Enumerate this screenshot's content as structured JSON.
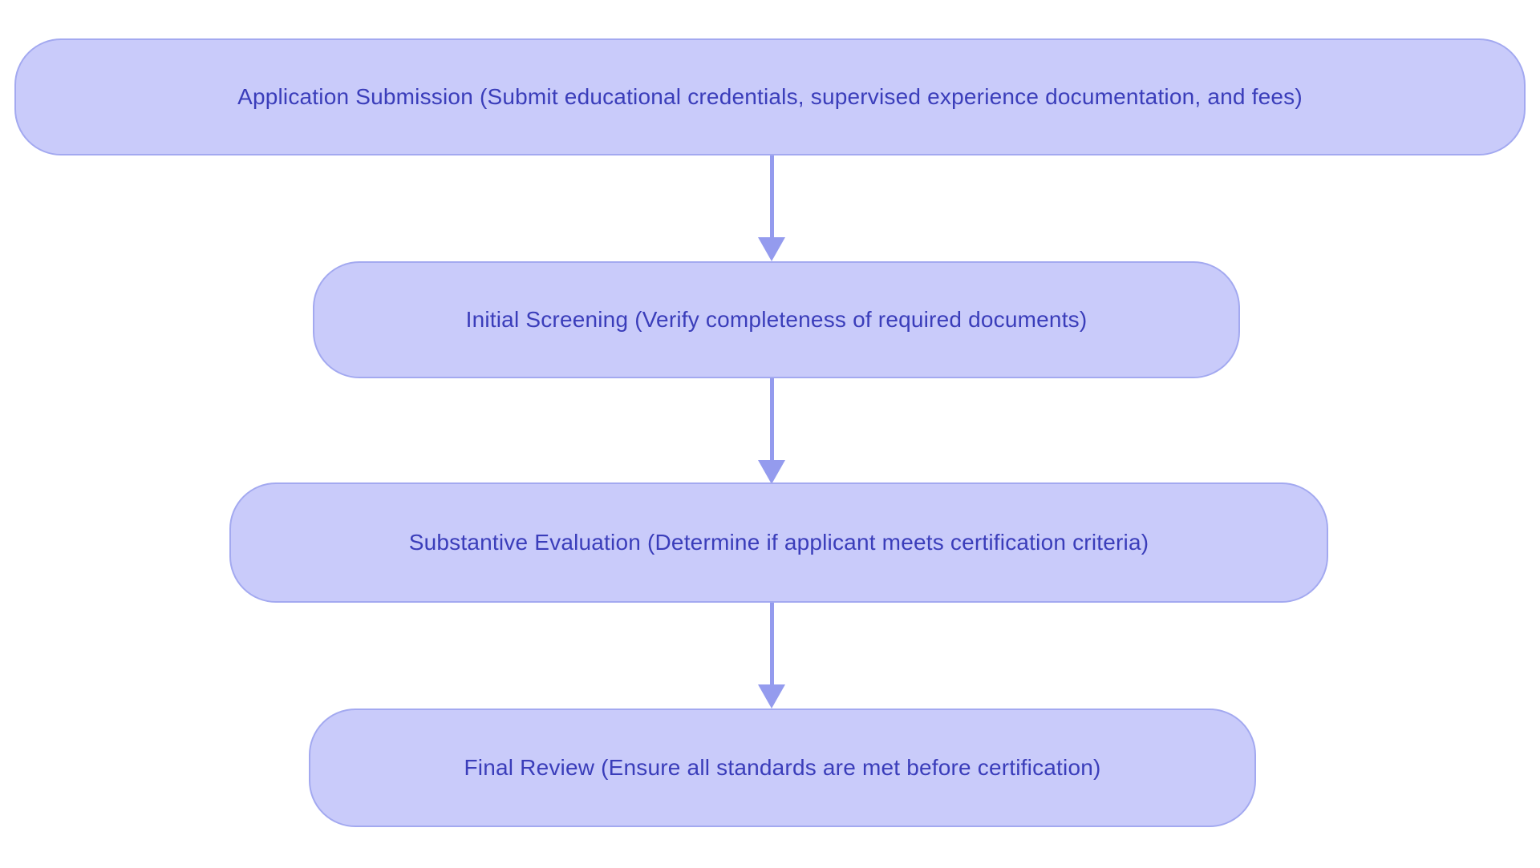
{
  "diagram": {
    "type": "flowchart",
    "direction": "top-down",
    "nodes": [
      {
        "id": "application-submission",
        "label": "Application Submission (Submit educational credentials, supervised experience documentation, and fees)"
      },
      {
        "id": "initial-screening",
        "label": "Initial Screening (Verify completeness of required documents)"
      },
      {
        "id": "substantive-evaluation",
        "label": "Substantive Evaluation (Determine if applicant meets certification criteria)"
      },
      {
        "id": "final-review",
        "label": "Final Review (Ensure all standards are met before certification)"
      }
    ],
    "edges": [
      {
        "from": "application-submission",
        "to": "initial-screening"
      },
      {
        "from": "initial-screening",
        "to": "substantive-evaluation"
      },
      {
        "from": "substantive-evaluation",
        "to": "final-review"
      }
    ],
    "colors": {
      "node_fill": "#c9cbfa",
      "node_border": "#a3a9f0",
      "node_text": "#3a3dba",
      "arrow": "#949bee",
      "background": "#ffffff"
    }
  }
}
